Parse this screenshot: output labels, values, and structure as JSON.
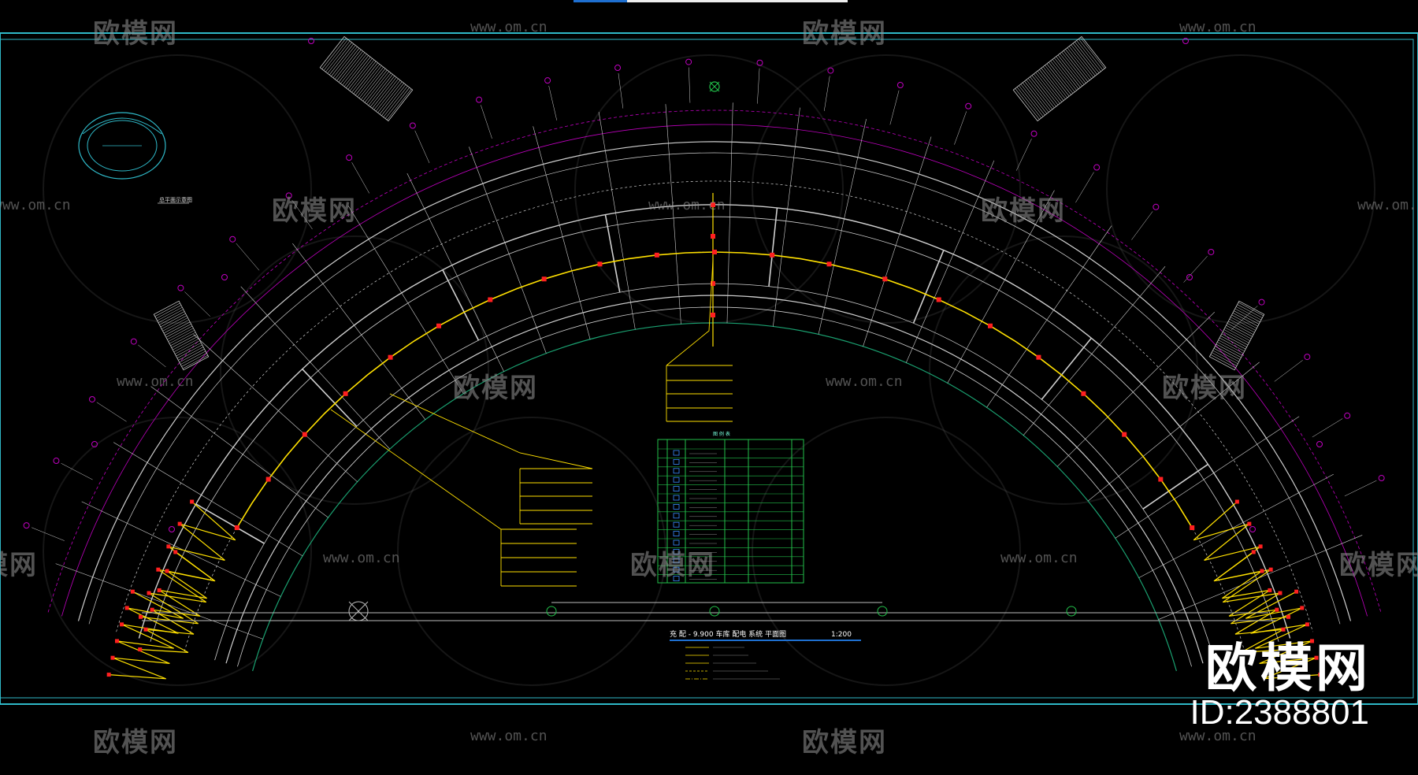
{
  "drawing": {
    "title": "充 配 - 9.900 车库 配电 系统 平面图",
    "scale": "1:200",
    "key_plan_label": "总平面示意图",
    "legend_rows": [
      "图例",
      "说明",
      "规格",
      "备注"
    ]
  },
  "watermark": {
    "brand": "欧模网",
    "url": "www.om.cn",
    "corner_brand": "欧模网",
    "corner_id": "ID:2388801"
  },
  "colors": {
    "background": "#000000",
    "frame": "#2fb9c8",
    "grid": "#cfcfcf",
    "magenta_axis": "#c000c0",
    "wiring": "#ffe000",
    "device": "#ff2020",
    "legend": "#22c04a",
    "inner_arc": "#1aa070"
  }
}
